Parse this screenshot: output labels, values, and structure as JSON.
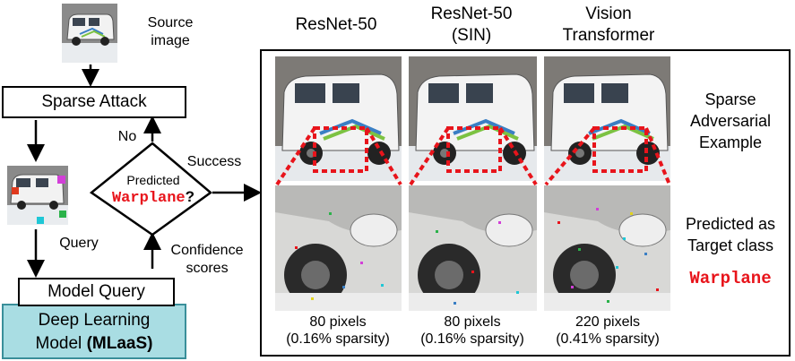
{
  "pipeline": {
    "source_label_line1": "Source",
    "source_label_line2": "image",
    "sparse_attack_label": "Sparse Attack",
    "query_label": "Query",
    "model_query_label": "Model Query",
    "dl_model_line1": "Deep Learning",
    "dl_model_line2_prefix": "Model ",
    "dl_model_line2_bold": "(MLaaS)",
    "no_label": "No",
    "success_label": "Success",
    "confidence_line1": "Confidence",
    "confidence_line2": "scores",
    "decision_line1": "Predicted",
    "decision_class": "Warplane",
    "decision_suffix": "?"
  },
  "models": [
    {
      "name_line1": "ResNet-50",
      "name_line2": "",
      "pixels": "80 pixels",
      "sparsity": "(0.16% sparsity)"
    },
    {
      "name_line1": "ResNet-50",
      "name_line2": "(SIN)",
      "pixels": "80 pixels",
      "sparsity": "(0.16% sparsity)"
    },
    {
      "name_line1": "Vision",
      "name_line2": "Transformer",
      "pixels": "220 pixels",
      "sparsity": "(0.41% sparsity)"
    }
  ],
  "right_labels": {
    "example_line1": "Sparse",
    "example_line2": "Adversarial",
    "example_line3": "Example",
    "predicted_line1": "Predicted as",
    "predicted_line2": "Target class",
    "target_class": "Warplane"
  },
  "colors": {
    "accent_red": "#e8141b",
    "model_box_fill": "#a9dde3",
    "model_box_border": "#3a8f9a"
  }
}
